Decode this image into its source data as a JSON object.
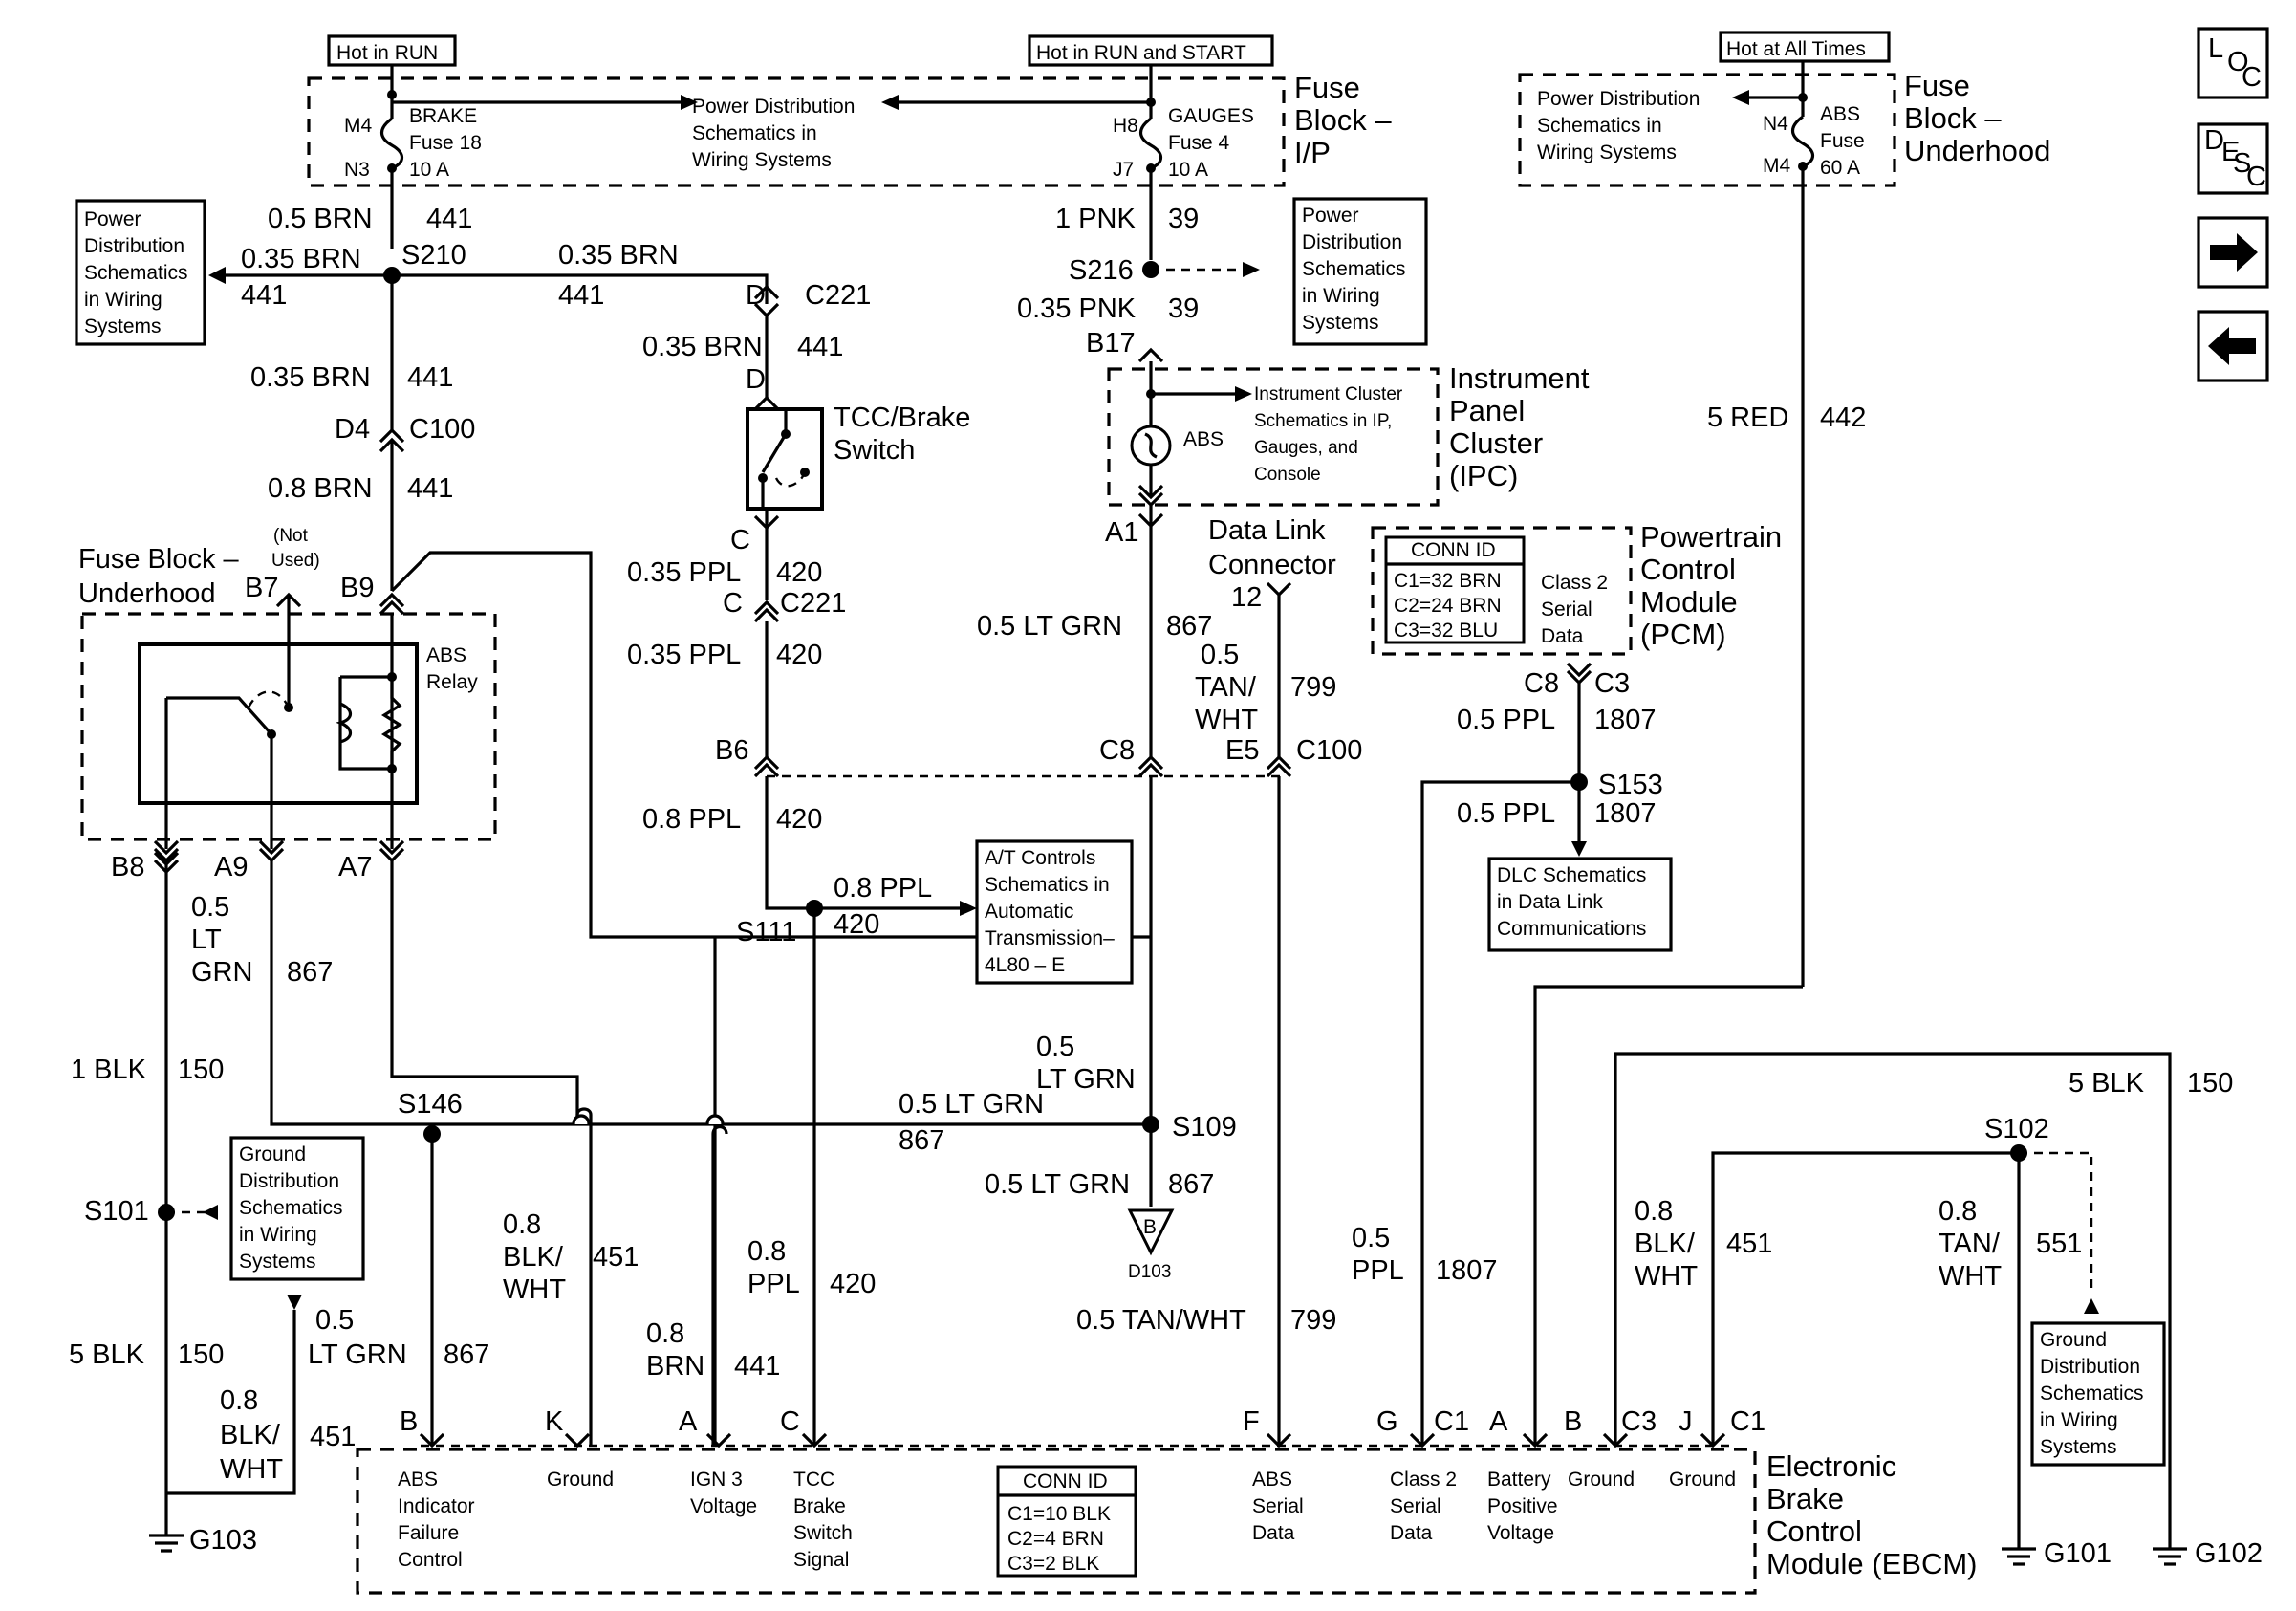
{
  "nav": {
    "loc_letters": [
      "L",
      "O",
      "C"
    ],
    "desc_letters": [
      "D",
      "E",
      "S",
      "C"
    ],
    "forward_arrow": "right-arrow-icon",
    "back_arrow": "left-arrow-icon"
  },
  "top": {
    "hot_run": "Hot in RUN",
    "hot_run_start": "Hot in RUN and START",
    "hot_all": "Hot at All Times",
    "fuse_ip": [
      "Fuse",
      "Block –",
      "I/P"
    ],
    "fuse_uh": [
      "Fuse",
      "Block –",
      "Underhood"
    ],
    "m4": "M4",
    "n3": "N3",
    "brake": "BRAKE",
    "fuse18": "Fuse 18",
    "amp10a": "10 A",
    "h8": "H8",
    "j7": "J7",
    "gauges": "GAUGES",
    "fuse4": "Fuse 4",
    "amp10b": "10 A",
    "pd_center": [
      "Power Distribution",
      "Schematics in",
      "Wiring Systems"
    ],
    "n4": "N4",
    "m4b": "M4",
    "abs": "ABS",
    "fuse": "Fuse",
    "amp60": "60 A",
    "pd_right": [
      "Power Distribution",
      "Schematics in",
      "Wiring Systems"
    ]
  },
  "left": {
    "brn05": "0.5 BRN",
    "c441a": "441",
    "brn035": "0.35 BRN",
    "s210": "S210",
    "c441b": "441",
    "brn035b": "0.35 BRN",
    "c441c": "441",
    "d4": "D4",
    "c100": "C100",
    "brn08": "0.8 BRN",
    "c441d": "441",
    "pd_box": [
      "Power",
      "Distribution",
      "Schematics",
      "in Wiring",
      "Systems"
    ],
    "fuse_uh": [
      "Fuse Block –",
      "Underhood"
    ],
    "not_used": [
      "(Not",
      "Used)"
    ],
    "b7": "B7",
    "b9": "B9",
    "abs_relay": [
      "ABS",
      "Relay"
    ],
    "b8": "B8",
    "a9": "A9",
    "a7": "A7",
    "ltgrn": [
      "0.5",
      "LT",
      "GRN"
    ],
    "c867": "867",
    "blk1": "1 BLK",
    "c150a": "150",
    "s146": "S146",
    "s101": "S101",
    "gd_box": [
      "Ground",
      "Distribution",
      "Schematics",
      "in Wiring",
      "Systems"
    ],
    "blk5": "5 BLK",
    "c150b": "150",
    "ltgrn05": [
      "0.5",
      "LT GRN"
    ],
    "c867b": "867",
    "blkwht08": [
      "0.8",
      "BLK/",
      "WHT"
    ],
    "c451a": "451",
    "g103": "G103"
  },
  "mid": {
    "brn035c": "0.35 BRN",
    "c441e": "441",
    "d_top": "D",
    "c221a": "C221",
    "brn035d": "0.35 BRN",
    "c441f": "441",
    "d_pin": "D",
    "tcc": [
      "TCC/Brake",
      "Switch"
    ],
    "c_pin": "C",
    "ppl035a": "0.35 PPL",
    "c420a": "420",
    "c_pin2": "C",
    "c221b": "C221",
    "ppl035b": "0.35 PPL",
    "c420b": "420",
    "b6": "B6",
    "ppl08a": "0.8 PPL",
    "c420c": "420",
    "ppl08b": "0.8 PPL",
    "c420d": "420",
    "s111": "S111",
    "at_box": [
      "A/T Controls",
      "Schematics in",
      "Automatic",
      "Transmission–",
      "4L80 – E"
    ],
    "blkwht08b": [
      "0.8",
      "BLK/",
      "WHT"
    ],
    "c451b": "451",
    "ppl08c": [
      "0.8",
      "PPL"
    ],
    "c420e": "420",
    "brn08b": [
      "0.8",
      "BRN"
    ],
    "c441g": "441",
    "ltgrn05b": "0.5 LT GRN",
    "c867c": "867"
  },
  "ipc": {
    "pnk1": "1 PNK",
    "c39a": "39",
    "s216": "S216",
    "pnk035": "0.35 PNK",
    "c39b": "39",
    "b17": "B17",
    "pd_box": [
      "Power",
      "Distribution",
      "Schematics",
      "in Wiring",
      "Systems"
    ],
    "ic_schem": [
      "Instrument Cluster",
      "Schematics in IP,",
      "Gauges, and",
      "Console"
    ],
    "abs_lamp": "ABS",
    "ipc_title": [
      "Instrument",
      "Panel",
      "Cluster",
      "(IPC)"
    ],
    "a1": "A1",
    "ltgrn05": "0.5 LT GRN",
    "c867": "867",
    "c8": "C8",
    "ltgrn05b": [
      "0.5",
      "LT GRN"
    ],
    "s109": "S109",
    "ltgrn05c": "0.5 LT GRN",
    "c867b": "867",
    "d103": "D103",
    "b_tri": "B"
  },
  "dlc": {
    "title": [
      "Data Link",
      "Connector"
    ],
    "p12": "12",
    "tanwht": [
      "0.5",
      "TAN/",
      "WHT"
    ],
    "c799": "799",
    "e5": "E5",
    "c100": "C100",
    "tanwht2": "0.5 TAN/WHT",
    "c799b": "799"
  },
  "pcm": {
    "conn_id": "CONN ID",
    "conns": [
      "C1=32 BRN",
      "C2=24 BRN",
      "C3=32 BLU"
    ],
    "class2": [
      "Class 2",
      "Serial",
      "Data"
    ],
    "title": [
      "Powertrain",
      "Control",
      "Module",
      "(PCM)"
    ],
    "c8": "C8",
    "c3": "C3",
    "ppl05": "0.5 PPL",
    "c1807": "1807",
    "s153": "S153",
    "ppl05b": "0.5 PPL",
    "c1807b": "1807",
    "dlc_box": [
      "DLC Schematics",
      "in Data Link",
      "Communications"
    ],
    "ppl05c": [
      "0.5",
      "PPL"
    ],
    "c1807c": "1807"
  },
  "right": {
    "red5": "5 RED",
    "c442": "442",
    "blk5": "5 BLK",
    "c150": "150",
    "s102": "S102",
    "blkwht": [
      "0.8",
      "BLK/",
      "WHT"
    ],
    "c451": "451",
    "tanwht": [
      "0.8",
      "TAN/",
      "WHT"
    ],
    "c551": "551",
    "gd_box": [
      "Ground",
      "Distribution",
      "Schematics",
      "in Wiring",
      "Systems"
    ],
    "g101": "G101",
    "g102": "G102"
  },
  "ebcm": {
    "pins": [
      "B",
      "K",
      "A",
      "C",
      "F",
      "G",
      "C1",
      "A",
      "B",
      "C3",
      "J",
      "C1"
    ],
    "labels": {
      "abs_ind": [
        "ABS",
        "Indicator",
        "Failure",
        "Control"
      ],
      "gnd1": [
        "Ground"
      ],
      "ign3": [
        "IGN 3",
        "Voltage"
      ],
      "tcc": [
        "TCC",
        "Brake",
        "Switch",
        "Signal"
      ],
      "abs_serial": [
        "ABS",
        "Serial",
        "Data"
      ],
      "class2": [
        "Class 2",
        "Serial",
        "Data"
      ],
      "battery": [
        "Battery",
        "Positive",
        "Voltage"
      ],
      "gnd2": [
        "Ground"
      ],
      "gnd3": [
        "Ground"
      ]
    },
    "conn_id": "CONN ID",
    "conns": [
      "C1=10 BLK",
      "C2=4 BRN",
      "C3=2 BLK"
    ],
    "title": [
      "Electronic",
      "Brake",
      "Control",
      "Module (EBCM)"
    ]
  }
}
